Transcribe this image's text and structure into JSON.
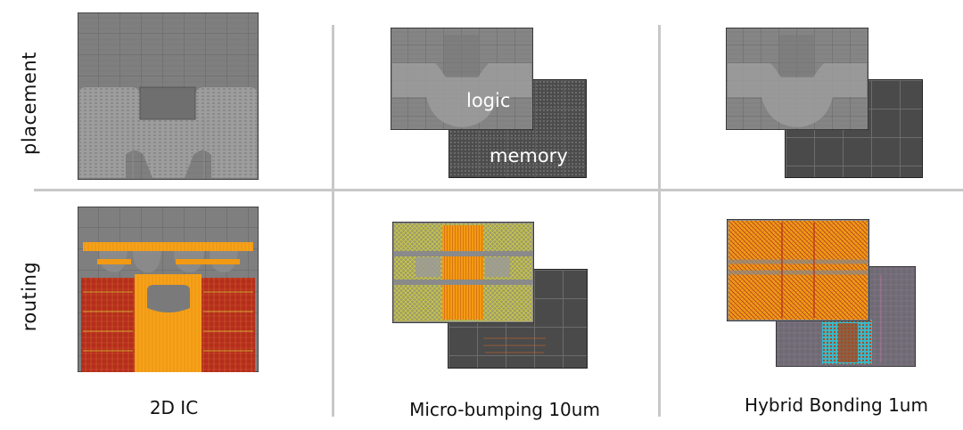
{
  "rows": {
    "placement": "placement",
    "routing": "routing"
  },
  "columns": {
    "col1": "2D IC",
    "col2": "Micro-bumping 10um",
    "col3": "Hybrid Bonding 1um"
  },
  "die_labels": {
    "logic": "logic",
    "memory": "memory"
  },
  "colors": {
    "logic_gray": "#8c8c8c",
    "memory_dark": "#4c4c4c",
    "routing_orange": "#f39a12",
    "routing_red": "#b52d1c",
    "routing_yellow": "#d8d23a",
    "routing_cyan": "#38b8c8",
    "divider": "#c8c8c8"
  }
}
